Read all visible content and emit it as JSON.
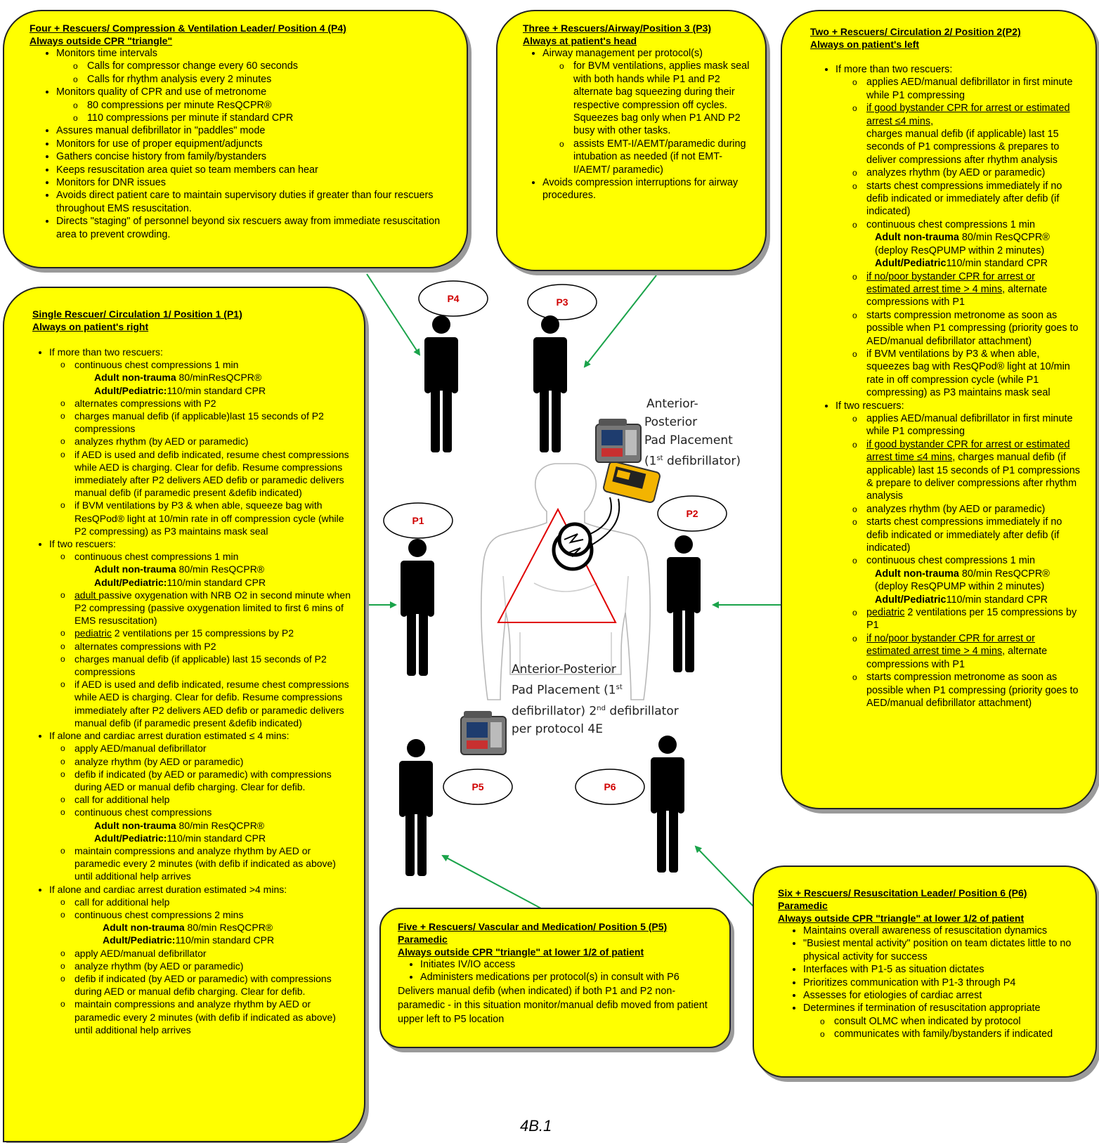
{
  "p4": {
    "title1": "Four + Rescuers/ Compression & Ventilation Leader/ Position 4 (P4)",
    "title2": "Always outside CPR \"triangle\"",
    "items": [
      {
        "text": "Monitors time intervals",
        "sub": [
          "Calls for compressor change every 60 seconds",
          "Calls for rhythm analysis every 2 minutes"
        ]
      },
      {
        "text": "Monitors quality of CPR and use of metronome",
        "sub": [
          "80 compressions per minute ResQCPR®",
          "110 compressions per minute if standard CPR"
        ]
      },
      {
        "text": "Assures manual defibrillator in \"paddles\" mode"
      },
      {
        "text": "Monitors for use of proper equipment/adjuncts"
      },
      {
        "text": "Gathers concise history from family/bystanders"
      },
      {
        "text": "Keeps resuscitation area quiet so team members can hear"
      },
      {
        "text": "Monitors for DNR issues"
      },
      {
        "text": "Avoids direct patient care to maintain supervisory duties if greater than four rescuers throughout EMS resuscitation."
      },
      {
        "text": "Directs \"staging\" of personnel beyond six rescuers away from immediate resuscitation area to prevent crowding."
      }
    ]
  },
  "p3": {
    "title1": "Three + Rescuers/Airway/Position 3 (P3)",
    "title2": "Always at patient's head",
    "items": [
      {
        "text": "Airway management per protocol(s)",
        "sub": [
          "for BVM ventilations, applies mask seal with both hands while P1 and P2 alternate bag squeezing during their respective compression off cycles.  Squeezes bag only when P1 AND P2 busy with other tasks.",
          "assists EMT-I/AEMT/paramedic during intubation as needed (if not EMT-I/AEMT/ paramedic)"
        ]
      },
      {
        "text": "Avoids compression interruptions for airway procedures."
      }
    ]
  },
  "p2": {
    "title1": "Two + Rescuers/ Circulation 2/ Position 2(P2)",
    "title2": "Always on patient's left",
    "more_head": "If more than two rescuers:",
    "more": [
      "applies AED/manual defibrillator in first minute while P1 compressing",
      [
        "if good bystander CPR for arrest or estimated arrest ≤4 mins,",
        "charges manual defib (if applicable) last 15 seconds of P1 compressions & prepares to deliver compressions after rhythm analysis"
      ],
      "analyzes rhythm (by AED or paramedic)",
      "starts chest compressions immediately if no defib indicated or immediately after defib (if indicated)",
      "continuous chest compressions 1 min",
      [
        "if no/poor bystander CPR for arrest or estimated arrest time > 4 mins",
        ", alternate compressions with P1"
      ],
      "starts compression metronome as soon as possible when P1 compressing (priority goes to AED/manual defibrillator attachment)",
      "if BVM ventilations by P3 & when able, squeezes bag with ResQPod® light at 10/min rate in off compression cycle (while P1 compressing) as P3 maintains mask seal"
    ],
    "more_cc": [
      "Adult non-trauma",
      " 80/min ResQCPR®",
      "(deploy ResQPUMP within 2 minutes)",
      "Adult/Pediatric",
      "110/min standard CPR"
    ],
    "two_head": "If two rescuers:",
    "two": [
      "applies AED/manual defibrillator in first minute while P1 compressing",
      [
        "if good bystander CPR for arrest or estimated arrest time  ≤4 mins",
        ", charges manual defib (if applicable) last 15 seconds of P1 compressions & prepare to deliver compressions after rhythm analysis"
      ],
      "analyzes rhythm (by AED or paramedic)",
      "starts chest compressions immediately if no defib indicated or immediately after defib (if indicated)",
      "continuous chest compressions 1 min",
      [
        "pediatric",
        " 2 ventilations per 15 compressions by P1"
      ],
      [
        "if no/poor bystander CPR for arrest or estimated arrest time > 4 mins",
        ", alternate compressions with P1"
      ],
      "starts compression metronome as soon as possible when P1 compressing (priority goes to AED/manual defibrillator attachment)"
    ]
  },
  "p1": {
    "title1": "Single Rescuer/ Circulation 1/ Position 1 (P1)",
    "title2": "Always on patient's right",
    "more_head": "If more than two rescuers:",
    "more": [
      "continuous chest compressions 1 min",
      "alternates compressions with P2",
      "charges manual defib (if applicable)last 15 seconds of P2 compressions",
      "analyzes rhythm (by AED or paramedic)",
      "if AED is used and defib indicated, resume chest compressions while AED is charging.  Clear for defib.  Resume compressions immediately after P2 delivers AED defib or paramedic delivers manual defib (if paramedic present &defib indicated)",
      "if BVM ventilations by P3 & when able, squeeze bag with ResQPod® light at 10/min rate in off compression cycle (while P2 compressing) as P3 maintains mask seal"
    ],
    "cc_a": [
      "Adult non-trauma",
      " 80/minResQCPR®",
      "Adult/Pediatric:",
      "110/min standard CPR"
    ],
    "two_head": "If two rescuers:",
    "two": [
      "continuous chest compressions 1 min",
      [
        "adult ",
        "passive oxygenation with NRB O2 in second minute when P2 compressing (passive oxygenation limited to first 6 mins of EMS resuscitation)"
      ],
      [
        "pediatric",
        " 2 ventilations per 15 compressions by P2"
      ],
      "alternates compressions with P2",
      "charges manual defib (if applicable) last 15 seconds of P2 compressions",
      "if AED is used and defib indicated, resume chest compressions while AED is charging.  Clear for defib.  Resume compressions immediately after P2 delivers AED defib or paramedic delivers manual defib (if paramedic present &defib indicated)"
    ],
    "cc_b": [
      "Adult non-trauma",
      " 80/min ResQCPR®",
      "Adult/Pediatric:",
      "110/min standard CPR"
    ],
    "alone4_head": "If alone and cardiac arrest duration estimated ≤ 4 mins:",
    "alone4": [
      "apply AED/manual defibrillator",
      "analyze rhythm (by AED or paramedic)",
      "defib if indicated (by AED or paramedic) with compressions during AED or manual defib charging.  Clear for defib.",
      "call for additional help",
      "continuous chest compressions",
      "maintain compressions and analyze rhythm by AED or paramedic every 2 minutes (with defib if indicated as above) until additional help arrives"
    ],
    "alonegt_head": "If alone and cardiac arrest duration estimated >4 mins:",
    "alonegt": [
      "call for additional help",
      "continuous chest compressions 2 mins",
      "apply AED/manual defibrillator",
      "analyze rhythm (by AED or paramedic)",
      "defib if indicated (by AED or paramedic) with compressions during AED or manual defib charging.  Clear for defib.",
      "maintain compressions and analyze rhythm by AED or paramedic every 2 minutes (with defib if indicated as above) until additional help arrives"
    ]
  },
  "p5": {
    "title1": "Five + Rescuers/ Vascular and Medication/ Position 5 (P5)",
    "title2": "Paramedic",
    "title3": "Always outside CPR \"triangle\" at lower 1/2 of patient",
    "items": [
      "Initiates IV/IO access",
      "Administers medications per protocol(s) in consult with P6"
    ],
    "para": "Delivers manual defib (when indicated) if both P1 and P2 non-paramedic - in this situation monitor/manual defib moved from patient upper left to P5 location"
  },
  "p6": {
    "title1": "Six + Rescuers/ Resuscitation Leader/ Position 6 (P6)",
    "title2": "Paramedic",
    "title3": "Always outside CPR \"triangle\" at lower 1/2 of patient",
    "items": [
      "Maintains overall awareness of resuscitation dynamics",
      "\"Busiest mental activity\" position on team dictates little to no physical activity for success",
      "Interfaces with P1-5 as situation dictates",
      "Prioritizes communication with P1-3 through P4",
      "Assesses for etiologies of cardiac arrest",
      "Determines if termination of resuscitation appropriate"
    ],
    "sub": [
      "consult OLMC when indicated by protocol",
      "communicates with family/bystanders if indicated"
    ]
  },
  "diagram": {
    "positions": [
      "P4",
      "P3",
      "P1",
      "P2",
      "P5",
      "P6"
    ],
    "label_ap1": [
      "Anterior-",
      "Posterior",
      "Pad Placement",
      "(1",
      "st",
      " defibrillator)"
    ],
    "label_ap2": [
      "Anterior-Posterior",
      "Pad Placement (1",
      "st",
      "defibrillator) 2",
      "nd",
      " defibrillator",
      "per protocol 4E"
    ],
    "label_color": "#d00000",
    "arrow_color": "#1aa34a",
    "triangle_color": "#e00000"
  },
  "figure_number": "4B.1"
}
